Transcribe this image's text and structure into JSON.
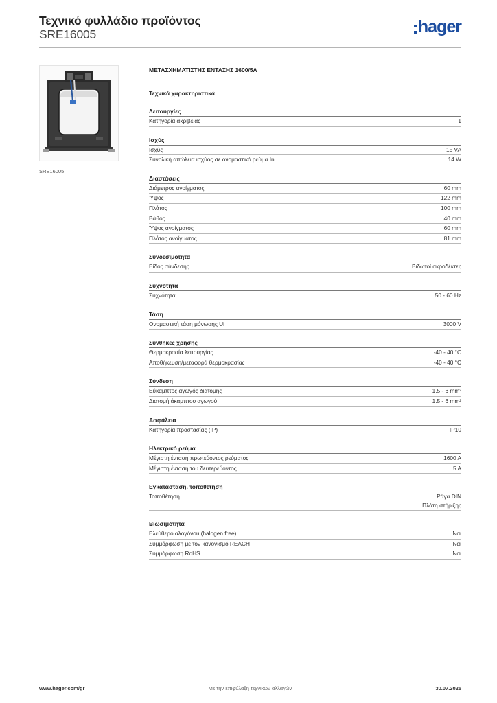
{
  "header": {
    "title": "Τεχνικό φυλλάδιο προϊόντος",
    "code": "SRE16005",
    "logo_text": "hager"
  },
  "colors": {
    "brand": "#1d4ea0"
  },
  "product": {
    "caption": "SRE16005",
    "name": "ΜΕΤΑΣΧΗΜΑΤΙΣΤΗΣ ΕΝΤΑΣΗΣ 1600/5A",
    "tech_heading": "Τεχνικά χαρακτηριστικά"
  },
  "sections": [
    {
      "title": "Λειτουργίες",
      "rows": [
        {
          "label": "Κατηγορία ακρίβειας",
          "value": "1"
        }
      ]
    },
    {
      "title": "Ισχύς",
      "rows": [
        {
          "label": "Ισχύς",
          "value": "15 VA"
        },
        {
          "label": "Συνολική απώλεια ισχύος σε ονομαστικό ρεύμα In",
          "value": "14 W"
        }
      ]
    },
    {
      "title": "Διαστάσεις",
      "rows": [
        {
          "label": "Διάμετρος ανοίγματος",
          "value": "60 mm"
        },
        {
          "label": "Ύψος",
          "value": "122 mm"
        },
        {
          "label": "Πλάτος",
          "value": "100 mm"
        },
        {
          "label": "Βάθος",
          "value": "40 mm"
        },
        {
          "label": "Ύψος ανοίγματος",
          "value": "60 mm"
        },
        {
          "label": "Πλάτος ανοίγματος",
          "value": "81 mm"
        }
      ]
    },
    {
      "title": "Συνδεσιμότητα",
      "rows": [
        {
          "label": "Είδος σύνδεσης",
          "value": "Βιδωτοί ακροδέκτες"
        }
      ]
    },
    {
      "title": "Συχνότητα",
      "rows": [
        {
          "label": "Συχνότητα",
          "value": "50 - 60 Hz"
        }
      ]
    },
    {
      "title": "Τάση",
      "rows": [
        {
          "label": "Ονομαστική τάση μόνωσης Ui",
          "value": "3000 V"
        }
      ]
    },
    {
      "title": "Συνθήκες χρήσης",
      "rows": [
        {
          "label": "Θερμοκρασία λειτουργίας",
          "value": "-40 - 40 °C"
        },
        {
          "label": "Αποθήκευση/μεταφορά θερμοκρασίας",
          "value": "-40 - 40 °C"
        }
      ]
    },
    {
      "title": "Σύνδεση",
      "rows": [
        {
          "label": "Εύκαμπτος αγωγός διατομής",
          "value": "1.5 - 6 mm²"
        },
        {
          "label": "Διατομή άκαμπτου αγωγού",
          "value": "1.5 - 6 mm²"
        }
      ]
    },
    {
      "title": "Ασφάλεια",
      "rows": [
        {
          "label": "Κατηγορία προστασίας (IP)",
          "value": "IP10"
        }
      ]
    },
    {
      "title": "Ηλεκτρικό ρεύμα",
      "rows": [
        {
          "label": "Μέγιστη ένταση πρωτεύοντος ρεύματος",
          "value": "1600 A"
        },
        {
          "label": "Μέγιστη ένταση του δευτερεύοντος",
          "value": "5 A"
        }
      ]
    },
    {
      "title": "Εγκατάσταση, τοποθέτηση",
      "rows": [
        {
          "label": "Τοποθέτηση",
          "value": "Ράγα DIN\nΠλάτη στήριξης"
        }
      ]
    },
    {
      "title": "Βιωσιμότητα",
      "rows": [
        {
          "label": "Ελεύθερο αλογόνου (halogen free)",
          "value": "Ναι"
        },
        {
          "label": "Συμμόρφωση με τον κανονισμό REACH",
          "value": "Ναι"
        },
        {
          "label": "Συμμόρφωση RoHS",
          "value": "Ναι"
        }
      ]
    }
  ],
  "footer": {
    "website": "www.hager.com/gr",
    "notice": "Με την επιφύλαξη τεχνικών αλλαγών",
    "date": "30.07.2025"
  }
}
